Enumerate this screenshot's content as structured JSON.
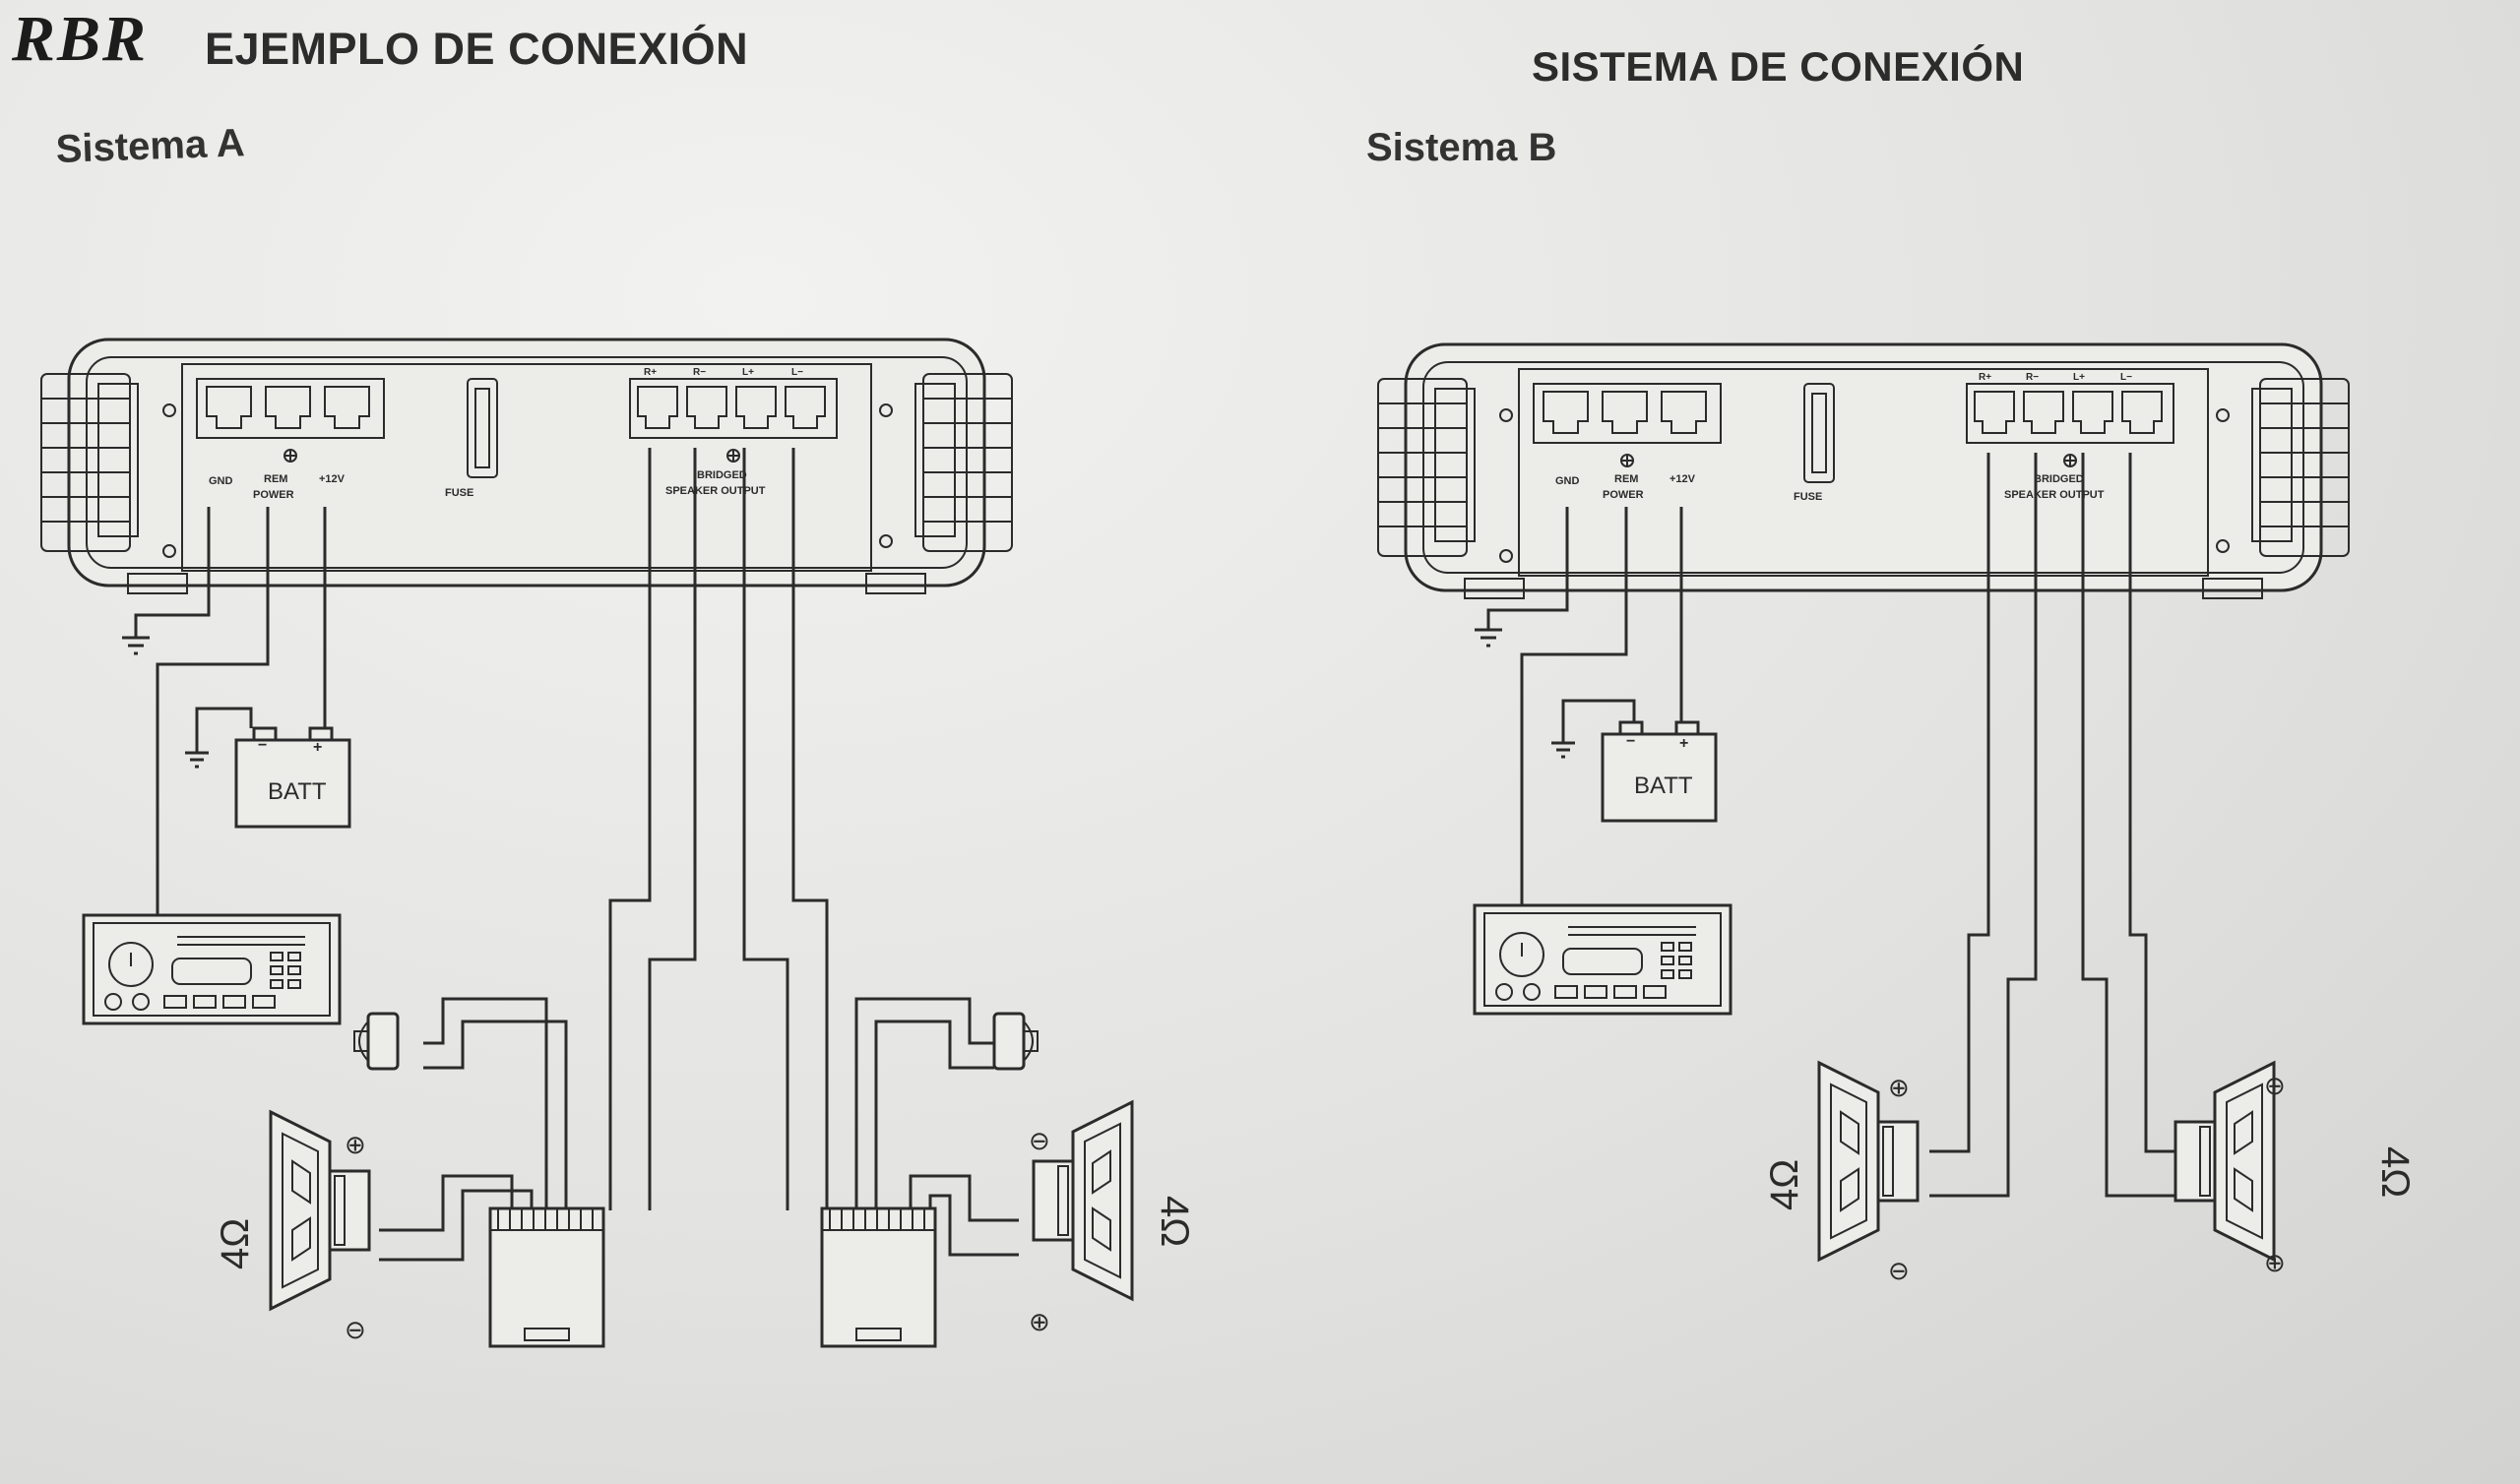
{
  "header": {
    "logo": "RBR",
    "title_left": "EJEMPLO DE CONEXIÓN",
    "title_right": "SISTEMA DE CONEXIÓN"
  },
  "system_a": {
    "label": "Sistema A",
    "amp": {
      "gnd": "GND",
      "rem": "REM",
      "power": "POWER",
      "v12": "+12V",
      "fuse": "FUSE",
      "r_plus": "R+",
      "r_minus": "R−",
      "l_plus": "L+",
      "l_minus": "L−",
      "bridged": "BRIDGED",
      "speaker_output": "SPEAKER OUTPUT"
    },
    "batt": "BATT",
    "batt_minus": "−",
    "batt_plus": "+",
    "speaker_left_ohm": "4Ω",
    "speaker_right_ohm": "4Ω"
  },
  "system_b": {
    "label": "Sistema B",
    "amp": {
      "gnd": "GND",
      "rem": "REM",
      "power": "POWER",
      "v12": "+12V",
      "fuse": "FUSE",
      "r_plus": "R+",
      "r_minus": "R−",
      "l_plus": "L+",
      "l_minus": "L−",
      "bridged": "BRIDGED",
      "speaker_output": "SPEAKER OUTPUT"
    },
    "batt": "BATT",
    "batt_minus": "−",
    "batt_plus": "+",
    "speaker_left_ohm": "4Ω",
    "speaker_right_ohm": "4Ω"
  },
  "symbols": {
    "plus": "⊕",
    "minus": "⊖"
  },
  "colors": {
    "ink": "#2b2b2b",
    "paper": "#e4e4e2"
  }
}
